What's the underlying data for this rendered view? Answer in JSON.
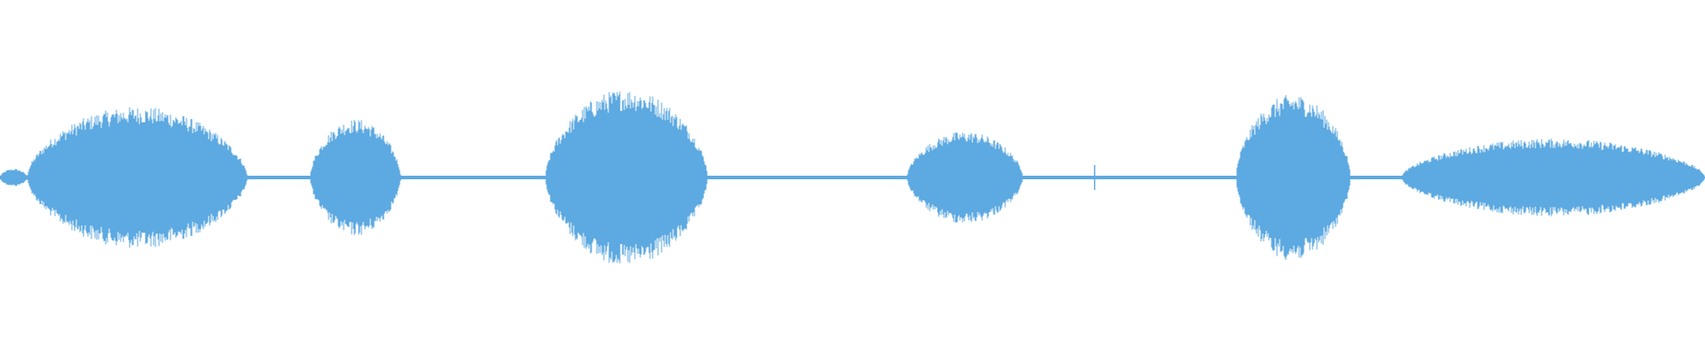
{
  "waveform": {
    "color": "#5DA9E1",
    "segments": [
      {
        "start": 0.0,
        "end": 0.016,
        "peak": 0.05
      },
      {
        "start": 0.016,
        "end": 0.145,
        "peak": 0.4
      },
      {
        "start": 0.145,
        "end": 0.182,
        "peak": 0.01
      },
      {
        "start": 0.182,
        "end": 0.235,
        "peak": 0.33
      },
      {
        "start": 0.235,
        "end": 0.32,
        "peak": 0.01
      },
      {
        "start": 0.32,
        "end": 0.415,
        "peak": 0.5
      },
      {
        "start": 0.415,
        "end": 0.532,
        "peak": 0.01
      },
      {
        "start": 0.532,
        "end": 0.6,
        "peak": 0.26
      },
      {
        "start": 0.6,
        "end": 0.725,
        "peak": 0.01
      },
      {
        "start": 0.725,
        "end": 0.792,
        "peak": 0.47
      },
      {
        "start": 0.792,
        "end": 0.822,
        "peak": 0.01
      },
      {
        "start": 0.822,
        "end": 1.0,
        "peak": 0.22
      }
    ],
    "spike": {
      "position": 0.642,
      "amplitude": 0.07
    }
  }
}
